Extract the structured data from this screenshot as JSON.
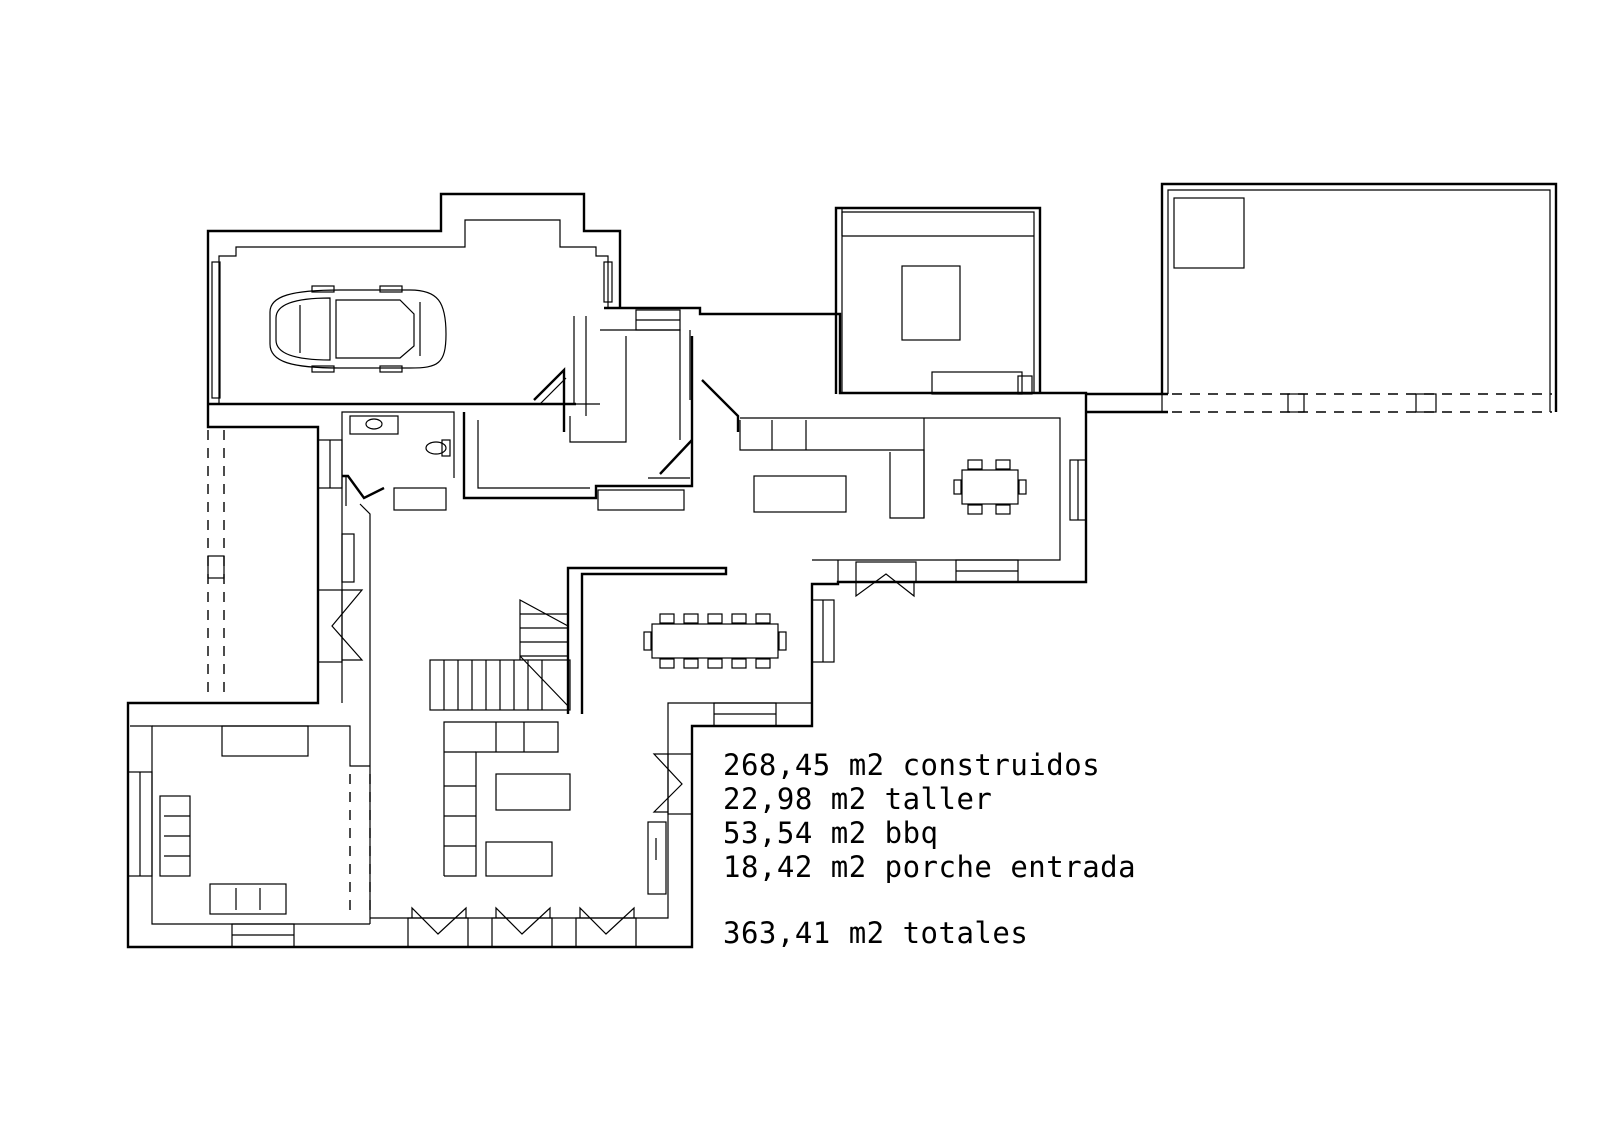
{
  "areas": {
    "lines": [
      "268,45 m2 construidos",
      "22,98 m2 taller",
      "53,54 m2 bbq",
      "18,42 m2 porche entrada"
    ],
    "total": "363,41 m2 totales"
  }
}
